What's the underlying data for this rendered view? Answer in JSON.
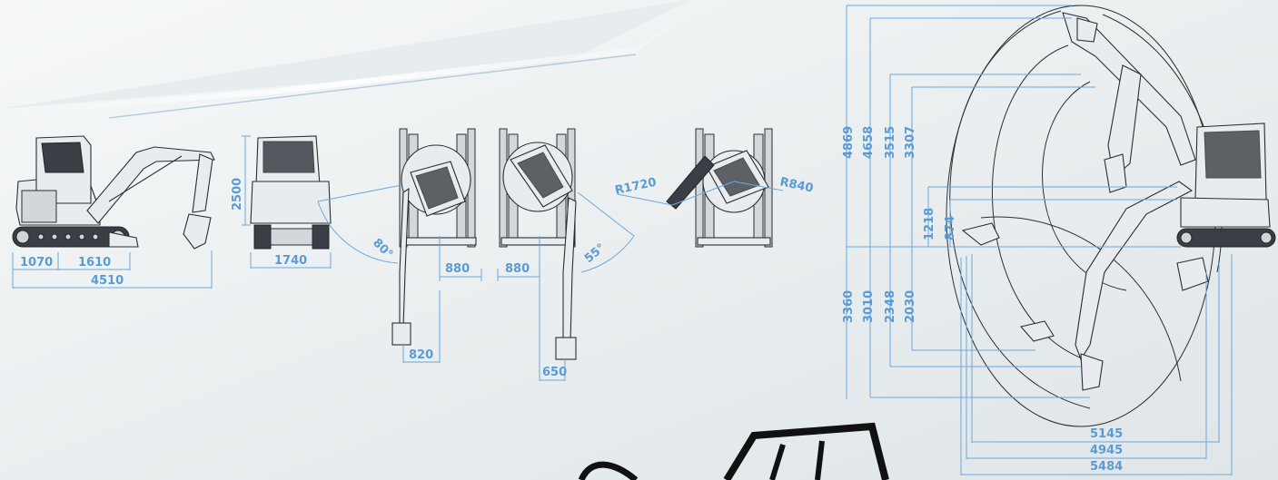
{
  "side_view": {
    "track_front": "1070",
    "track_rear": "1610",
    "overall_length": "4510",
    "height": "2500"
  },
  "front_view": {
    "width": "1740"
  },
  "swing_left": {
    "angle": "80°",
    "offset": "880",
    "bucket_offset": "820"
  },
  "swing_right": {
    "angle": "55°",
    "offset": "880",
    "bucket_offset": "650"
  },
  "tail_swing": {
    "front_radius": "R1720",
    "rear_radius": "R840"
  },
  "working_range": {
    "vertical_upper": [
      "4869",
      "4658",
      "3515",
      "3307"
    ],
    "vertical_mid": [
      "1218",
      "874"
    ],
    "vertical_lower": [
      "3360",
      "3010",
      "2348",
      "2030"
    ],
    "horizontal": [
      "5145",
      "4945",
      "5484"
    ]
  },
  "colors": {
    "dimension": "#5a9bd3",
    "line": "#2a2e33",
    "background": "#eef1f2"
  }
}
